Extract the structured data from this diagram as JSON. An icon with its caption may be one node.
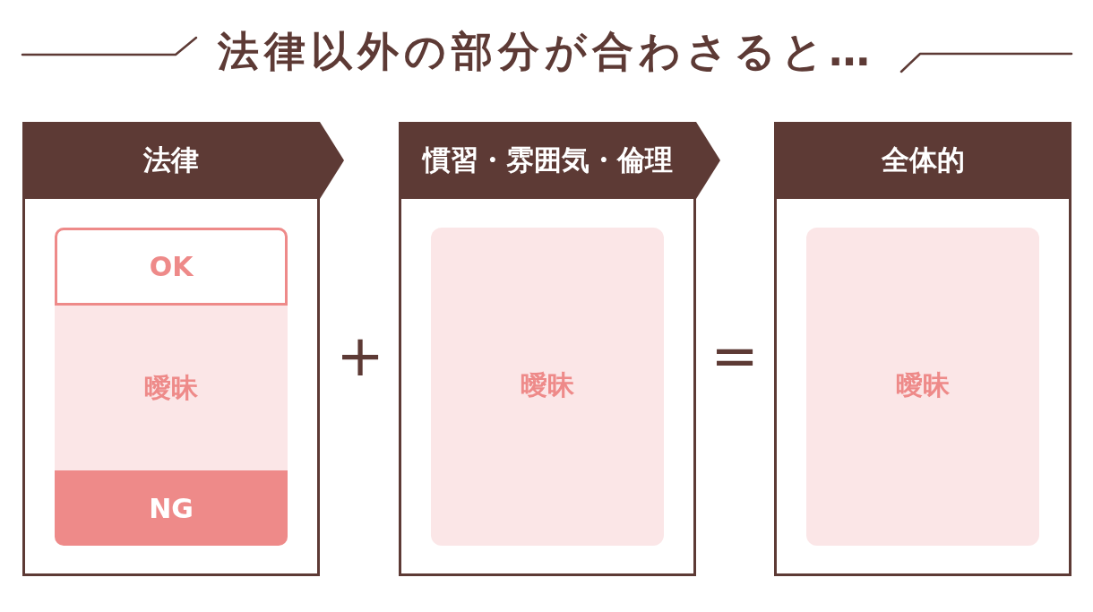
{
  "diagram": {
    "title": "法律以外の部分が合わさると…",
    "nodes": [
      {
        "text": [
          "法律"
        ]
      },
      {
        "text": [
          "OK"
        ],
        "in": 0
      },
      {
        "text": [
          "曖昧"
        ],
        "in": 0
      },
      {
        "text": [
          "NG"
        ],
        "in": 0
      },
      {
        "text": [
          "慣習・雰囲気・倫理"
        ]
      },
      {
        "text": [
          "曖昧"
        ],
        "in": 4
      },
      {
        "text": [
          "全体的"
        ]
      },
      {
        "text": [
          "曖昧"
        ],
        "in": 6
      }
    ],
    "labels": [
      "+",
      "="
    ]
  }
}
